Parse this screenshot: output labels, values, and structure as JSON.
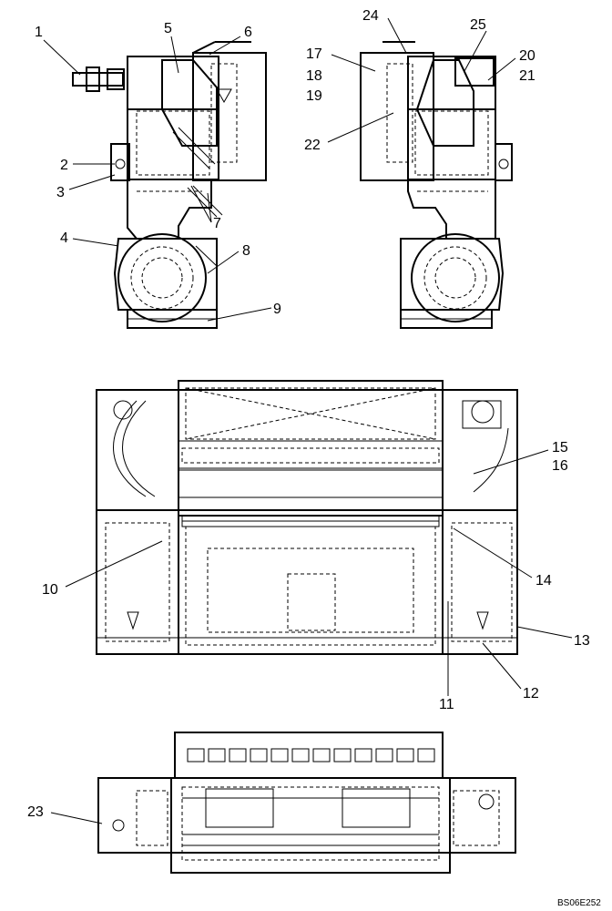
{
  "diagram": {
    "callouts": [
      "1",
      "2",
      "3",
      "4",
      "5",
      "6",
      "7",
      "8",
      "9",
      "10",
      "11",
      "12",
      "13",
      "14",
      "15",
      "16",
      "17",
      "18",
      "19",
      "20",
      "21",
      "22",
      "23",
      "24",
      "25"
    ],
    "document_id": "BS06E252"
  }
}
